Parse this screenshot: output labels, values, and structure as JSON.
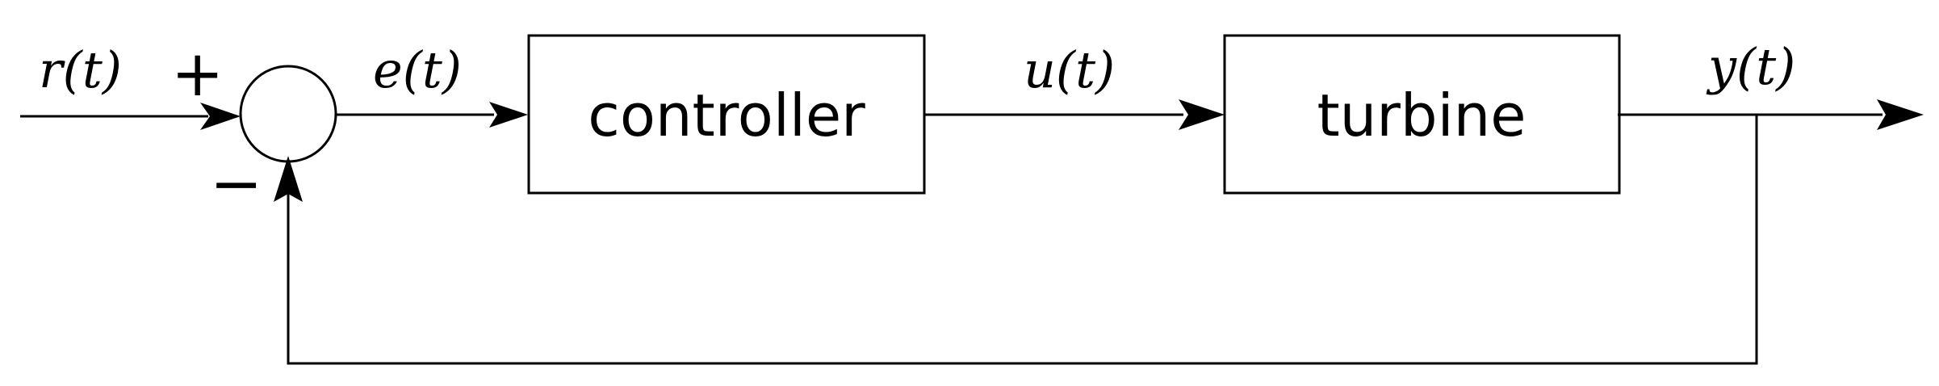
{
  "signals": {
    "reference": "r(t)",
    "error": "e(t)",
    "control": "u(t)",
    "output": "y(t)"
  },
  "blocks": {
    "controller": "controller",
    "plant": "turbine"
  },
  "summing_junction": {
    "plus_sign": "+",
    "minus_sign": "−"
  }
}
